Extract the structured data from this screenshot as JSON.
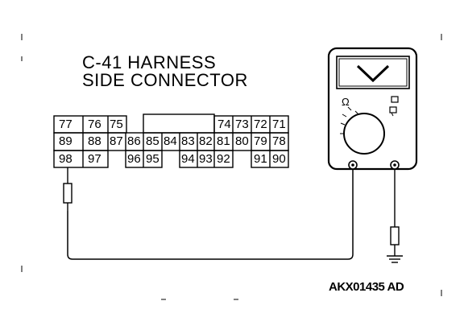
{
  "title": {
    "line1": "C-41  HARNESS",
    "line2": "SIDE  CONNECTOR"
  },
  "connector": {
    "pins": [
      "77",
      "76",
      "75",
      "74",
      "73",
      "72",
      "71",
      "89",
      "88",
      "87",
      "86",
      "85",
      "84",
      "83",
      "82",
      "81",
      "80",
      "79",
      "78",
      "98",
      "97",
      "96",
      "95",
      "94",
      "93",
      "92",
      "91",
      "90"
    ]
  },
  "multimeter": {
    "range_label": "Ω"
  },
  "figure_code": "AKX01435 AD"
}
